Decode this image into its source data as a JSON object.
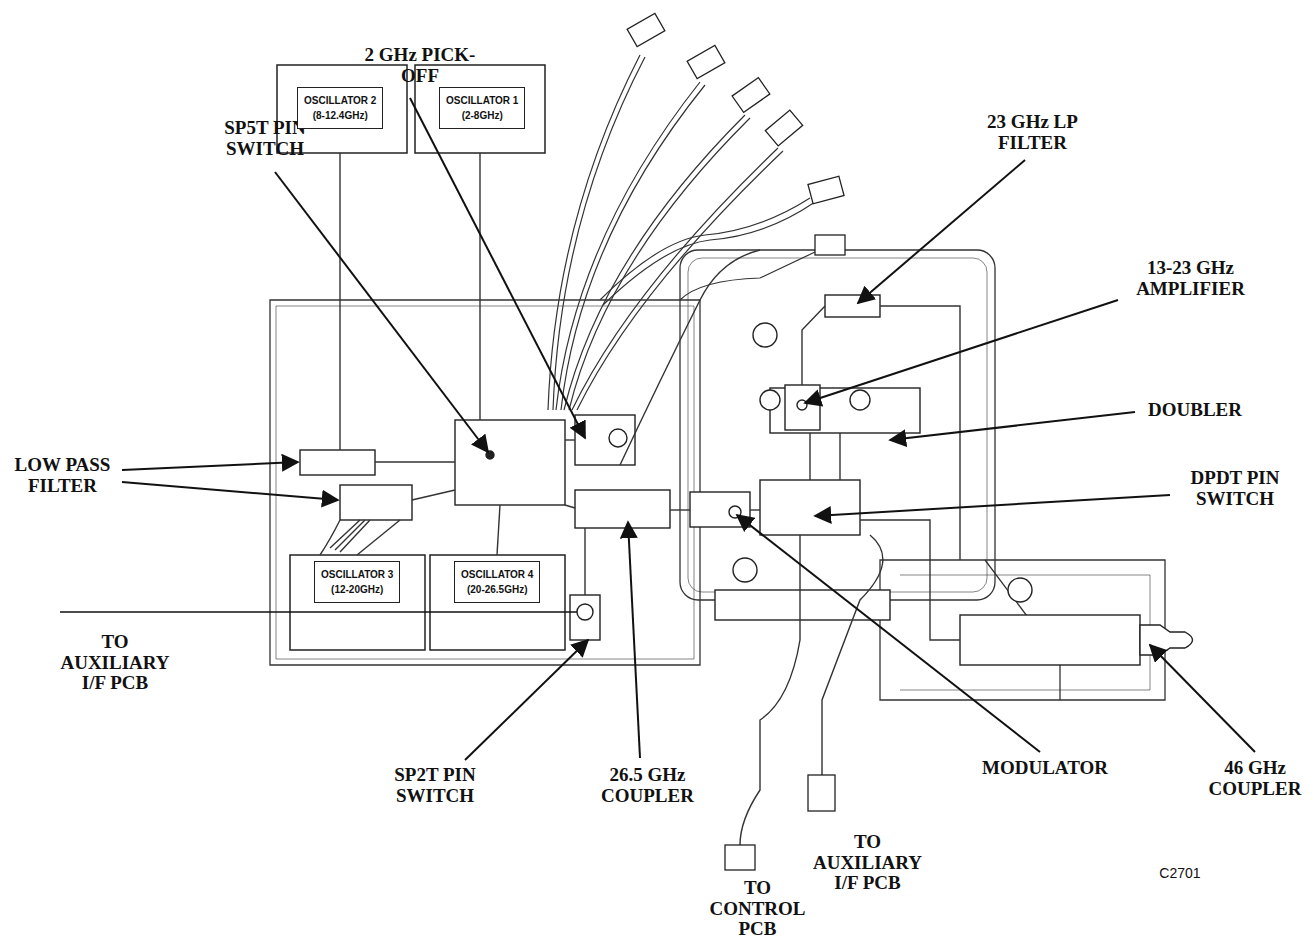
{
  "diagram": {
    "nodes": [
      {
        "text": [
          "OSCILLATOR 2",
          "(8-12.4GHz)"
        ]
      },
      {
        "text": [
          "OSCILLATOR 1",
          "(2-8GHz)"
        ]
      },
      {
        "text": [
          "OSCILLATOR 3",
          "(12-20GHz)"
        ]
      },
      {
        "text": [
          "OSCILLATOR 4",
          "(20-26.5GHz)"
        ]
      }
    ],
    "labels": [
      "2 GHz PICK-OFF",
      "SP5T PIN SWITCH",
      "23 GHz LP FILTER",
      "13-23 GHz AMPLIFIER",
      "DOUBLER",
      "DPDT PIN SWITCH",
      "LOW PASS FILTER",
      "TO AUXILIARY I/F PCB",
      "SP2T PIN SWITCH",
      "26.5 GHz COUPLER",
      "MODULATOR",
      "46 GHz COUPLER",
      "TO CONTROL PCB",
      "TO AUXILIARY I/F PCB",
      "C2701"
    ]
  }
}
